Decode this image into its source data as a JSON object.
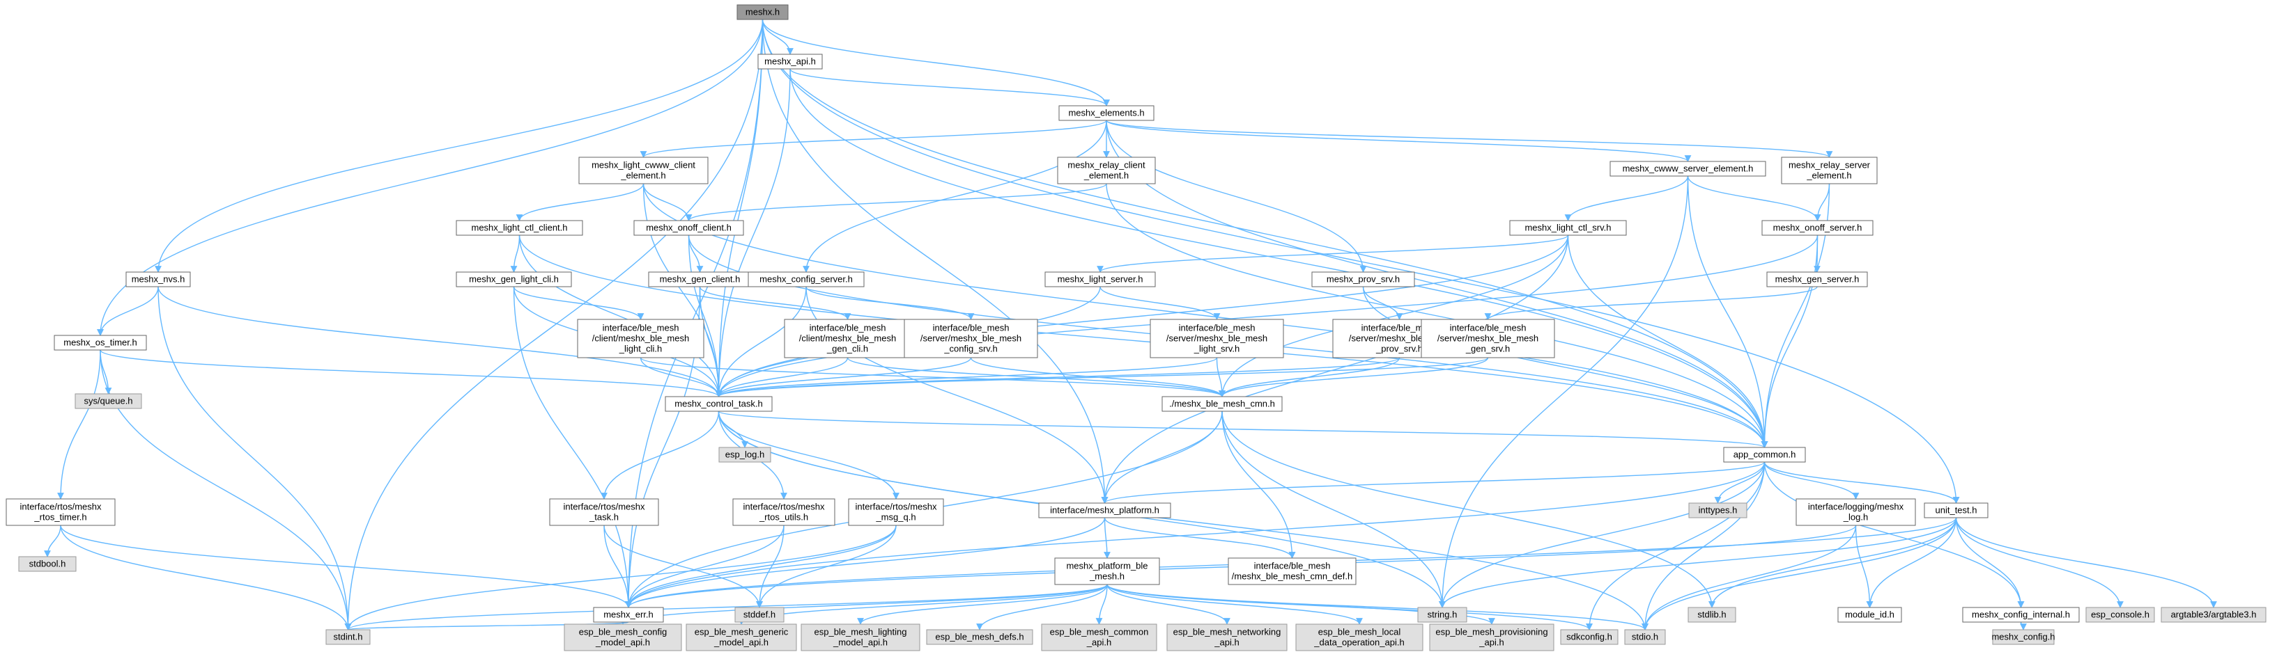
{
  "colors": {
    "edge": "#63B8FF",
    "focus_node": "#999999",
    "system_node": "#e0e0e0",
    "node_border": "#666666"
  },
  "nodes": [
    {
      "id": "meshx_h",
      "kind": "focus",
      "lines": [
        "meshx.h"
      ]
    },
    {
      "id": "meshx_api_h",
      "kind": "normal",
      "lines": [
        "meshx_api.h"
      ]
    },
    {
      "id": "meshx_elements_h",
      "kind": "normal",
      "lines": [
        "meshx_elements.h"
      ]
    },
    {
      "id": "light_cwww_client",
      "kind": "normal",
      "lines": [
        "meshx_light_cwww_client",
        "_element.h"
      ]
    },
    {
      "id": "relay_client",
      "kind": "normal",
      "lines": [
        "meshx_relay_client",
        "_element.h"
      ]
    },
    {
      "id": "cwww_server",
      "kind": "normal",
      "lines": [
        "meshx_cwww_server_element.h"
      ]
    },
    {
      "id": "relay_server",
      "kind": "normal",
      "lines": [
        "meshx_relay_server",
        "_element.h"
      ]
    },
    {
      "id": "light_ctl_client",
      "kind": "normal",
      "lines": [
        "meshx_light_ctl_client.h"
      ]
    },
    {
      "id": "onoff_client",
      "kind": "normal",
      "lines": [
        "meshx_onoff_client.h"
      ]
    },
    {
      "id": "light_ctl_srv",
      "kind": "normal",
      "lines": [
        "meshx_light_ctl_srv.h"
      ]
    },
    {
      "id": "onoff_server",
      "kind": "normal",
      "lines": [
        "meshx_onoff_server.h"
      ]
    },
    {
      "id": "nvs",
      "kind": "normal",
      "lines": [
        "meshx_nvs.h"
      ]
    },
    {
      "id": "gen_light_cli",
      "kind": "normal",
      "lines": [
        "meshx_gen_light_cli.h"
      ]
    },
    {
      "id": "gen_client",
      "kind": "normal",
      "lines": [
        "meshx_gen_client.h"
      ]
    },
    {
      "id": "config_server",
      "kind": "normal",
      "lines": [
        "meshx_config_server.h"
      ]
    },
    {
      "id": "light_server",
      "kind": "normal",
      "lines": [
        "meshx_light_server.h"
      ]
    },
    {
      "id": "prov_srv",
      "kind": "normal",
      "lines": [
        "meshx_prov_srv.h"
      ]
    },
    {
      "id": "gen_server",
      "kind": "normal",
      "lines": [
        "meshx_gen_server.h"
      ]
    },
    {
      "id": "os_timer",
      "kind": "normal",
      "lines": [
        "meshx_os_timer.h"
      ]
    },
    {
      "id": "ble_light_cli",
      "kind": "normal",
      "lines": [
        "interface/ble_mesh",
        "/client/meshx_ble_mesh",
        "_light_cli.h"
      ]
    },
    {
      "id": "ble_gen_cli",
      "kind": "normal",
      "lines": [
        "interface/ble_mesh",
        "/client/meshx_ble_mesh",
        "_gen_cli.h"
      ]
    },
    {
      "id": "ble_config_srv",
      "kind": "normal",
      "lines": [
        "interface/ble_mesh",
        "/server/meshx_ble_mesh",
        "_config_srv.h"
      ]
    },
    {
      "id": "ble_light_srv",
      "kind": "normal",
      "lines": [
        "interface/ble_mesh",
        "/server/meshx_ble_mesh",
        "_light_srv.h"
      ]
    },
    {
      "id": "ble_prov_srv",
      "kind": "normal",
      "lines": [
        "interface/ble_mesh",
        "/server/meshx_ble_mesh",
        "_prov_srv.h"
      ]
    },
    {
      "id": "ble_gen_srv",
      "kind": "normal",
      "lines": [
        "interface/ble_mesh",
        "/server/meshx_ble_mesh",
        "_gen_srv.h"
      ]
    },
    {
      "id": "sys_queue",
      "kind": "system",
      "lines": [
        "sys/queue.h"
      ]
    },
    {
      "id": "control_task",
      "kind": "normal",
      "lines": [
        "meshx_control_task.h"
      ]
    },
    {
      "id": "ble_mesh_cmn",
      "kind": "normal",
      "lines": [
        "./meshx_ble_mesh_cmn.h"
      ]
    },
    {
      "id": "esp_log",
      "kind": "system",
      "lines": [
        "esp_log.h"
      ]
    },
    {
      "id": "app_common",
      "kind": "normal",
      "lines": [
        "app_common.h"
      ]
    },
    {
      "id": "rtos_timer",
      "kind": "normal",
      "lines": [
        "interface/rtos/meshx",
        "_rtos_timer.h"
      ]
    },
    {
      "id": "rtos_task",
      "kind": "normal",
      "lines": [
        "interface/rtos/meshx",
        "_task.h"
      ]
    },
    {
      "id": "rtos_utils",
      "kind": "normal",
      "lines": [
        "interface/rtos/meshx",
        "_rtos_utils.h"
      ]
    },
    {
      "id": "msg_q",
      "kind": "normal",
      "lines": [
        "interface/rtos/meshx",
        "_msg_q.h"
      ]
    },
    {
      "id": "platform_h",
      "kind": "normal",
      "lines": [
        "interface/meshx_platform.h"
      ]
    },
    {
      "id": "inttypes",
      "kind": "system",
      "lines": [
        "inttypes.h"
      ]
    },
    {
      "id": "logging_log",
      "kind": "normal",
      "lines": [
        "interface/logging/meshx",
        "_log.h"
      ]
    },
    {
      "id": "unit_test",
      "kind": "normal",
      "lines": [
        "unit_test.h"
      ]
    },
    {
      "id": "stdbool",
      "kind": "system",
      "lines": [
        "stdbool.h"
      ]
    },
    {
      "id": "meshx_err",
      "kind": "normal",
      "lines": [
        "meshx_err.h"
      ]
    },
    {
      "id": "stddef",
      "kind": "system",
      "lines": [
        "stddef.h"
      ]
    },
    {
      "id": "string_h",
      "kind": "system",
      "lines": [
        "string.h"
      ]
    },
    {
      "id": "stdlib",
      "kind": "system",
      "lines": [
        "stdlib.h"
      ]
    },
    {
      "id": "module_id",
      "kind": "normal",
      "lines": [
        "module_id.h"
      ]
    },
    {
      "id": "config_internal",
      "kind": "normal",
      "lines": [
        "meshx_config_internal.h"
      ]
    },
    {
      "id": "esp_console",
      "kind": "system",
      "lines": [
        "esp_console.h"
      ]
    },
    {
      "id": "argtable3",
      "kind": "system",
      "lines": [
        "argtable3/argtable3.h"
      ]
    },
    {
      "id": "platform_ble_mesh",
      "kind": "normal",
      "lines": [
        "meshx_platform_ble",
        "_mesh.h"
      ]
    },
    {
      "id": "ble_cmn_def",
      "kind": "normal",
      "lines": [
        "interface/ble_mesh",
        "/meshx_ble_mesh_cmn_def.h"
      ]
    },
    {
      "id": "meshx_config_h",
      "kind": "system",
      "lines": [
        "meshx_config.h"
      ]
    },
    {
      "id": "stdint",
      "kind": "system",
      "lines": [
        "stdint.h"
      ]
    },
    {
      "id": "esp_cfg_model",
      "kind": "system",
      "lines": [
        "esp_ble_mesh_config",
        "_model_api.h"
      ]
    },
    {
      "id": "esp_gen_model",
      "kind": "system",
      "lines": [
        "esp_ble_mesh_generic",
        "_model_api.h"
      ]
    },
    {
      "id": "esp_light_model",
      "kind": "system",
      "lines": [
        "esp_ble_mesh_lighting",
        "_model_api.h"
      ]
    },
    {
      "id": "esp_defs",
      "kind": "system",
      "lines": [
        "esp_ble_mesh_defs.h"
      ]
    },
    {
      "id": "esp_common_api",
      "kind": "system",
      "lines": [
        "esp_ble_mesh_common",
        "_api.h"
      ]
    },
    {
      "id": "esp_net_api",
      "kind": "system",
      "lines": [
        "esp_ble_mesh_networking",
        "_api.h"
      ]
    },
    {
      "id": "esp_local_data",
      "kind": "system",
      "lines": [
        "esp_ble_mesh_local",
        "_data_operation_api.h"
      ]
    },
    {
      "id": "esp_prov_api",
      "kind": "system",
      "lines": [
        "esp_ble_mesh_provisioning",
        "_api.h"
      ]
    },
    {
      "id": "sdkconfig",
      "kind": "system",
      "lines": [
        "sdkconfig.h"
      ]
    },
    {
      "id": "stdio",
      "kind": "system",
      "lines": [
        "stdio.h"
      ]
    }
  ],
  "edges": [
    [
      "meshx_h",
      "meshx_api_h"
    ],
    [
      "meshx_h",
      "meshx_elements_h"
    ],
    [
      "meshx_h",
      "nvs"
    ],
    [
      "meshx_h",
      "os_timer"
    ],
    [
      "meshx_h",
      "control_task"
    ],
    [
      "meshx_h",
      "app_common"
    ],
    [
      "meshx_h",
      "unit_test"
    ],
    [
      "meshx_h",
      "meshx_err"
    ],
    [
      "meshx_h",
      "stdint"
    ],
    [
      "meshx_h",
      "platform_h"
    ],
    [
      "meshx_api_h",
      "meshx_elements_h"
    ],
    [
      "meshx_api_h",
      "control_task"
    ],
    [
      "meshx_api_h",
      "app_common"
    ],
    [
      "meshx_elements_h",
      "light_cwww_client"
    ],
    [
      "meshx_elements_h",
      "relay_client"
    ],
    [
      "meshx_elements_h",
      "cwww_server"
    ],
    [
      "meshx_elements_h",
      "relay_server"
    ],
    [
      "meshx_elements_h",
      "config_server"
    ],
    [
      "meshx_elements_h",
      "prov_srv"
    ],
    [
      "meshx_elements_h",
      "app_common"
    ],
    [
      "light_cwww_client",
      "light_ctl_client"
    ],
    [
      "light_cwww_client",
      "onoff_client"
    ],
    [
      "light_cwww_client",
      "control_task"
    ],
    [
      "light_cwww_client",
      "app_common"
    ],
    [
      "relay_client",
      "onoff_client"
    ],
    [
      "relay_client",
      "app_common"
    ],
    [
      "cwww_server",
      "light_ctl_srv"
    ],
    [
      "cwww_server",
      "onoff_server"
    ],
    [
      "cwww_server",
      "app_common"
    ],
    [
      "cwww_server",
      "string_h"
    ],
    [
      "relay_server",
      "onoff_server"
    ],
    [
      "relay_server",
      "app_common"
    ],
    [
      "light_ctl_client",
      "gen_light_cli"
    ],
    [
      "light_ctl_client",
      "control_task"
    ],
    [
      "light_ctl_client",
      "app_common"
    ],
    [
      "onoff_client",
      "gen_client"
    ],
    [
      "onoff_client",
      "control_task"
    ],
    [
      "onoff_client",
      "app_common"
    ],
    [
      "light_ctl_srv",
      "light_server"
    ],
    [
      "light_ctl_srv",
      "control_task"
    ],
    [
      "light_ctl_srv",
      "app_common"
    ],
    [
      "light_ctl_srv",
      "ble_mesh_cmn"
    ],
    [
      "light_ctl_srv",
      "platform_h"
    ],
    [
      "onoff_server",
      "gen_server"
    ],
    [
      "onoff_server",
      "control_task"
    ],
    [
      "onoff_server",
      "app_common"
    ],
    [
      "nvs",
      "os_timer"
    ],
    [
      "nvs",
      "control_task"
    ],
    [
      "nvs",
      "stdint"
    ],
    [
      "gen_light_cli",
      "ble_light_cli"
    ],
    [
      "gen_light_cli",
      "control_task"
    ],
    [
      "gen_light_cli",
      "meshx_err"
    ],
    [
      "gen_client",
      "ble_gen_cli"
    ],
    [
      "gen_client",
      "control_task"
    ],
    [
      "gen_client",
      "meshx_err"
    ],
    [
      "config_server",
      "ble_config_srv"
    ],
    [
      "config_server",
      "control_task"
    ],
    [
      "config_server",
      "platform_h"
    ],
    [
      "light_server",
      "ble_light_srv"
    ],
    [
      "light_server",
      "control_task"
    ],
    [
      "prov_srv",
      "ble_prov_srv"
    ],
    [
      "prov_srv",
      "app_common"
    ],
    [
      "gen_server",
      "ble_gen_srv"
    ],
    [
      "os_timer",
      "sys_queue"
    ],
    [
      "os_timer",
      "rtos_timer"
    ],
    [
      "os_timer",
      "control_task"
    ],
    [
      "os_timer",
      "stdint"
    ],
    [
      "ble_light_cli",
      "control_task"
    ],
    [
      "ble_light_cli",
      "ble_mesh_cmn"
    ],
    [
      "ble_gen_cli",
      "control_task"
    ],
    [
      "ble_gen_cli",
      "ble_mesh_cmn"
    ],
    [
      "ble_config_srv",
      "control_task"
    ],
    [
      "ble_config_srv",
      "ble_mesh_cmn"
    ],
    [
      "ble_light_srv",
      "control_task"
    ],
    [
      "ble_light_srv",
      "ble_mesh_cmn"
    ],
    [
      "ble_prov_srv",
      "control_task"
    ],
    [
      "ble_prov_srv",
      "ble_mesh_cmn"
    ],
    [
      "ble_gen_srv",
      "control_task"
    ],
    [
      "ble_gen_srv",
      "ble_mesh_cmn"
    ],
    [
      "control_task",
      "esp_log"
    ],
    [
      "control_task",
      "app_common"
    ],
    [
      "control_task",
      "rtos_task"
    ],
    [
      "control_task",
      "rtos_utils"
    ],
    [
      "control_task",
      "msg_q"
    ],
    [
      "control_task",
      "string_h"
    ],
    [
      "control_task",
      "stdio"
    ],
    [
      "ble_mesh_cmn",
      "platform_h"
    ],
    [
      "ble_mesh_cmn",
      "ble_cmn_def"
    ],
    [
      "ble_mesh_cmn",
      "meshx_err"
    ],
    [
      "ble_mesh_cmn",
      "string_h"
    ],
    [
      "ble_mesh_cmn",
      "stdlib"
    ],
    [
      "app_common",
      "inttypes"
    ],
    [
      "app_common",
      "logging_log"
    ],
    [
      "app_common",
      "unit_test"
    ],
    [
      "app_common",
      "meshx_err"
    ],
    [
      "app_common",
      "platform_h"
    ],
    [
      "app_common",
      "string_h"
    ],
    [
      "app_common",
      "config_internal"
    ],
    [
      "app_common",
      "sdkconfig"
    ],
    [
      "app_common",
      "stdio"
    ],
    [
      "rtos_timer",
      "stdbool"
    ],
    [
      "rtos_timer",
      "meshx_err"
    ],
    [
      "rtos_timer",
      "stdint"
    ],
    [
      "rtos_task",
      "meshx_err"
    ],
    [
      "rtos_task",
      "stddef"
    ],
    [
      "rtos_utils",
      "meshx_err"
    ],
    [
      "rtos_utils",
      "stddef"
    ],
    [
      "msg_q",
      "meshx_err"
    ],
    [
      "msg_q",
      "stddef"
    ],
    [
      "msg_q",
      "stdint"
    ],
    [
      "platform_h",
      "platform_ble_mesh"
    ],
    [
      "platform_h",
      "ble_cmn_def"
    ],
    [
      "platform_h",
      "meshx_err"
    ],
    [
      "logging_log",
      "module_id"
    ],
    [
      "logging_log",
      "stdio"
    ],
    [
      "logging_log",
      "meshx_err"
    ],
    [
      "unit_test",
      "stdlib"
    ],
    [
      "unit_test",
      "module_id"
    ],
    [
      "unit_test",
      "config_internal"
    ],
    [
      "unit_test",
      "esp_console"
    ],
    [
      "unit_test",
      "argtable3"
    ],
    [
      "unit_test",
      "string_h"
    ],
    [
      "unit_test",
      "meshx_err"
    ],
    [
      "unit_test",
      "stdio"
    ],
    [
      "config_internal",
      "meshx_config_h"
    ],
    [
      "meshx_err",
      "stdint"
    ],
    [
      "platform_ble_mesh",
      "stdint"
    ],
    [
      "platform_ble_mesh",
      "esp_cfg_model"
    ],
    [
      "platform_ble_mesh",
      "esp_gen_model"
    ],
    [
      "platform_ble_mesh",
      "esp_light_model"
    ],
    [
      "platform_ble_mesh",
      "esp_defs"
    ],
    [
      "platform_ble_mesh",
      "esp_common_api"
    ],
    [
      "platform_ble_mesh",
      "esp_net_api"
    ],
    [
      "platform_ble_mesh",
      "esp_local_data"
    ],
    [
      "platform_ble_mesh",
      "esp_prov_api"
    ],
    [
      "platform_ble_mesh",
      "sdkconfig"
    ],
    [
      "platform_ble_mesh",
      "stdio"
    ]
  ]
}
